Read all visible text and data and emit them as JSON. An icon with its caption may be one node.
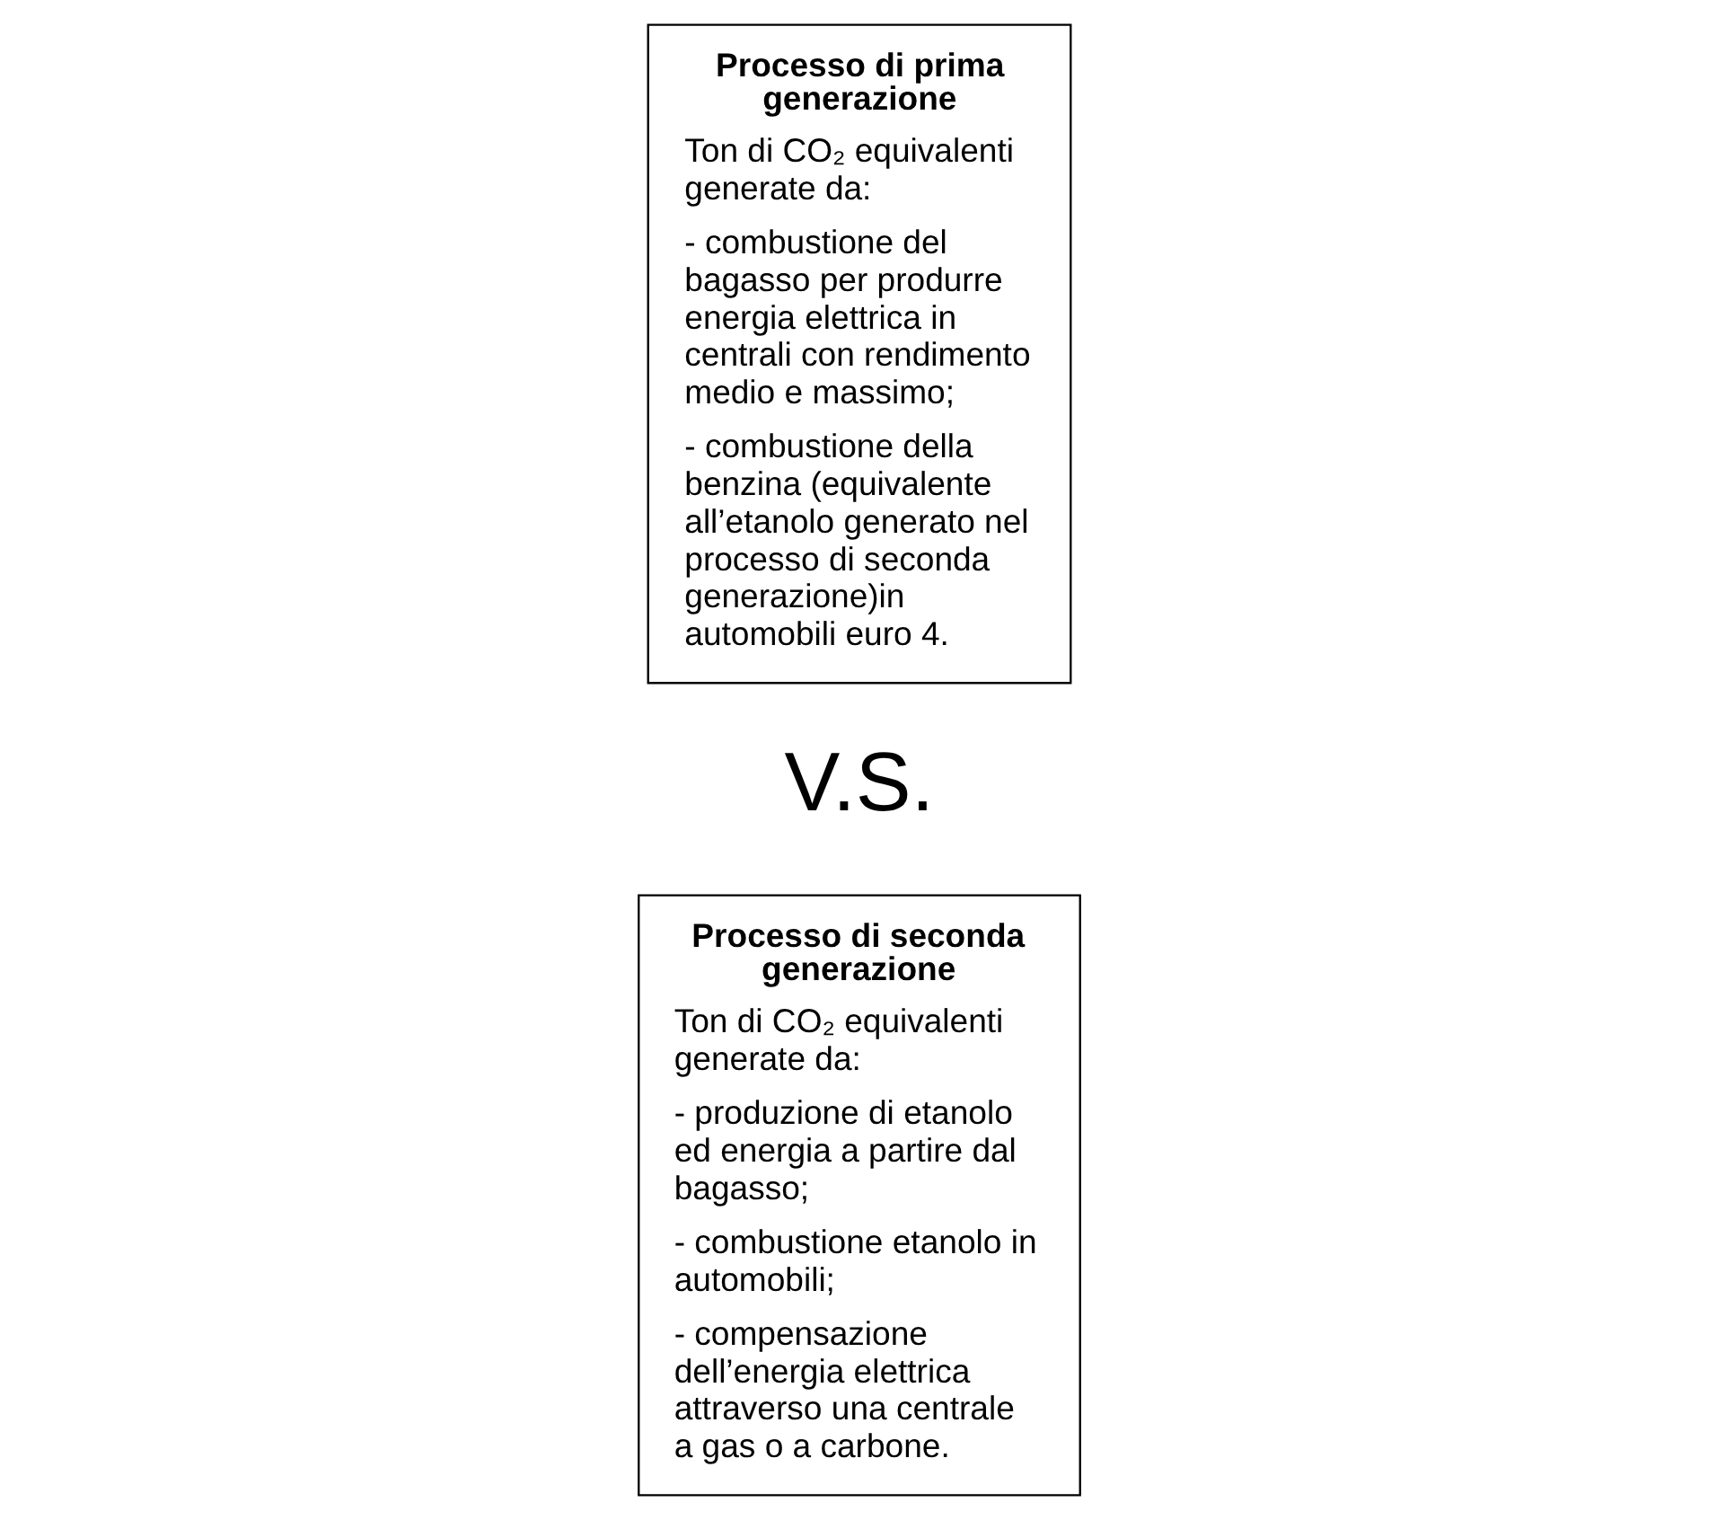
{
  "diagram": {
    "nodes": [
      {
        "text": [
          "Processo di prima generazione",
          "Ton di CO₂ equivalenti generate da:",
          "- combustione del bagasso per produrre energia elettrica in centrali con rendimento medio e massimo;",
          "- combustione della benzina (equivalente all’etanolo generato nel processo di seconda generazione)in automobili euro 4."
        ]
      },
      {
        "text": [
          "Processo di seconda generazione",
          "Ton di CO₂ equivalenti generate da:",
          "- produzione di etanolo ed energia a partire dal bagasso;",
          "- combustione etanolo in automobili;",
          "- compensazione dell’energia elettrica attraverso una centrale a gas o a carbone."
        ]
      }
    ],
    "labels": [
      "V.S."
    ]
  }
}
